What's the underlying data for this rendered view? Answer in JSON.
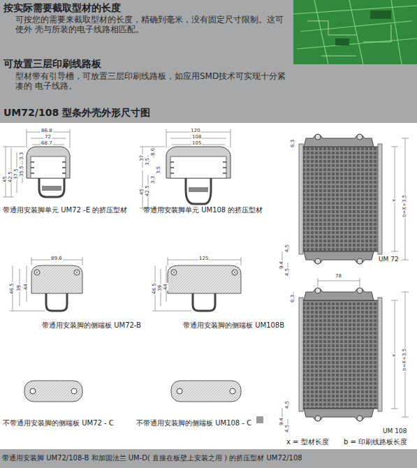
{
  "diagram": {
    "title": "UM72/108 型条外壳外形尺寸图",
    "caption": "带通用安装脚 UM72/108-B 和加固法兰 UM-D( 直接在板壁上安装之用 ) 的挤压型材 UM72/108",
    "labels": [
      "按实际需要截取型材的长度",
      "可按您的需要来截取型材的长度，精确到毫米，没有固定尺寸限制。这可使外 壳与所装的电子线路相匹配。",
      "可放置三层印刷线路板",
      "型材带有引导槽，可放置三层印刷线路板，如应用SMD技术可实现十分紧凑的 电子线路。",
      "86.8",
      "72",
      "68.7",
      "45",
      "42.5",
      "37.5",
      "35.5",
      "3.3",
      "120",
      "108",
      "105",
      "37",
      "8.6",
      "3.5",
      "45",
      "42.5",
      "3.5",
      "3.3",
      "带通用安装脚单元 UM72 -E 的挤压型材",
      "带通用安装脚单元 UM108 的挤压型材",
      "89.6",
      "46.5",
      "39",
      "44",
      "125",
      "46.5",
      "39",
      "44",
      "带通用安装脚的侧端板 UM72-B",
      "带通用安装脚的侧端板 UM108B",
      "不带通用安装脚的侧端板 UM72 - C",
      "不带通用安装脚的侧端板 UM108 - C",
      "6.3",
      "x",
      "b=X+3.5",
      "4.5",
      "9.4",
      "4.5",
      "UM 72",
      "78",
      "6.3",
      "x",
      "b=X+3.5",
      "4.5",
      "9.4",
      "4.5",
      "UM 108",
      "x = 型材长度",
      "b = 印刷线路板长度"
    ]
  }
}
